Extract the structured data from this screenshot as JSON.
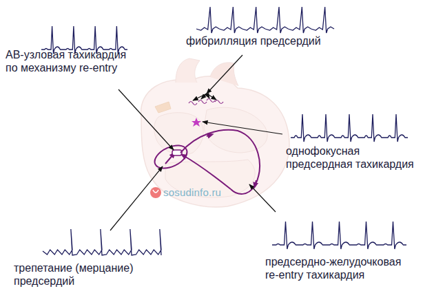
{
  "diagram": {
    "labels": [
      "фибрилляция предсердий",
      "АВ-узловая тахикардия по механизму re-entry",
      "однофокусная предсердная тахикардия",
      "трепетание (мерцание) предсердий",
      "предсердно-желудочковая re-entry тахикардия",
      "sosudinfo.ru"
    ]
  }
}
